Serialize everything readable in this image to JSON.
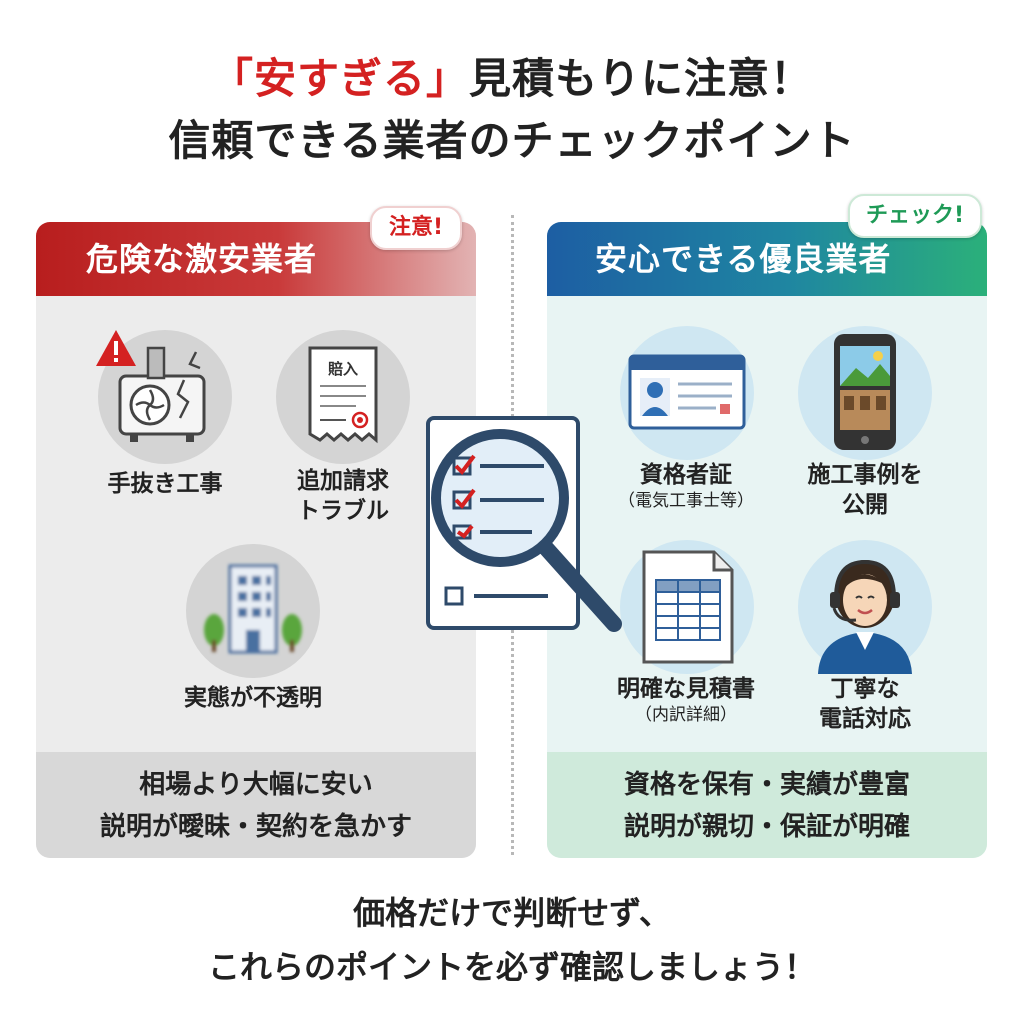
{
  "title": {
    "accent": "「安すぎる」",
    "line1_rest": "見積もりに注意！",
    "line2": "信頼できる業者のチェックポイント"
  },
  "left_panel": {
    "header": "危険な激安業者",
    "bubble": "注意!",
    "items": [
      {
        "label": "手抜き工事",
        "icon": "broken-aircon-warning-icon"
      },
      {
        "label_line1": "追加請求",
        "label_line2": "トラブル",
        "icon": "invoice-document-icon",
        "stamp_text": "賠入"
      },
      {
        "label": "実態が不透明",
        "icon": "blurred-building-icon"
      }
    ],
    "footer_line1": "相場より大幅に安い",
    "footer_line2": "説明が曖昧・契約を急かす"
  },
  "right_panel": {
    "header": "安心できる優良業者",
    "bubble": "チェック!",
    "items": [
      {
        "label": "資格者証",
        "sub": "（電気工事士等）",
        "icon": "id-card-icon"
      },
      {
        "label_line1": "施工事例を",
        "label_line2": "公開",
        "icon": "smartphone-photos-icon"
      },
      {
        "label": "明確な見積書",
        "sub": "（内訳詳細）",
        "icon": "estimate-spreadsheet-icon"
      },
      {
        "label_line1": "丁寧な",
        "label_line2": "電話対応",
        "icon": "operator-headset-icon"
      }
    ],
    "footer_line1": "資格を保有・実績が豊富",
    "footer_line2": "説明が親切・保証が明確"
  },
  "bottom": {
    "line1": "価格だけで判断せず、",
    "line2": "これらのポイントを必ず確認しましょう！"
  },
  "colors": {
    "warning_red": "#d42121",
    "trust_blue": "#1d5ea3",
    "trust_green": "#2bb07a"
  }
}
